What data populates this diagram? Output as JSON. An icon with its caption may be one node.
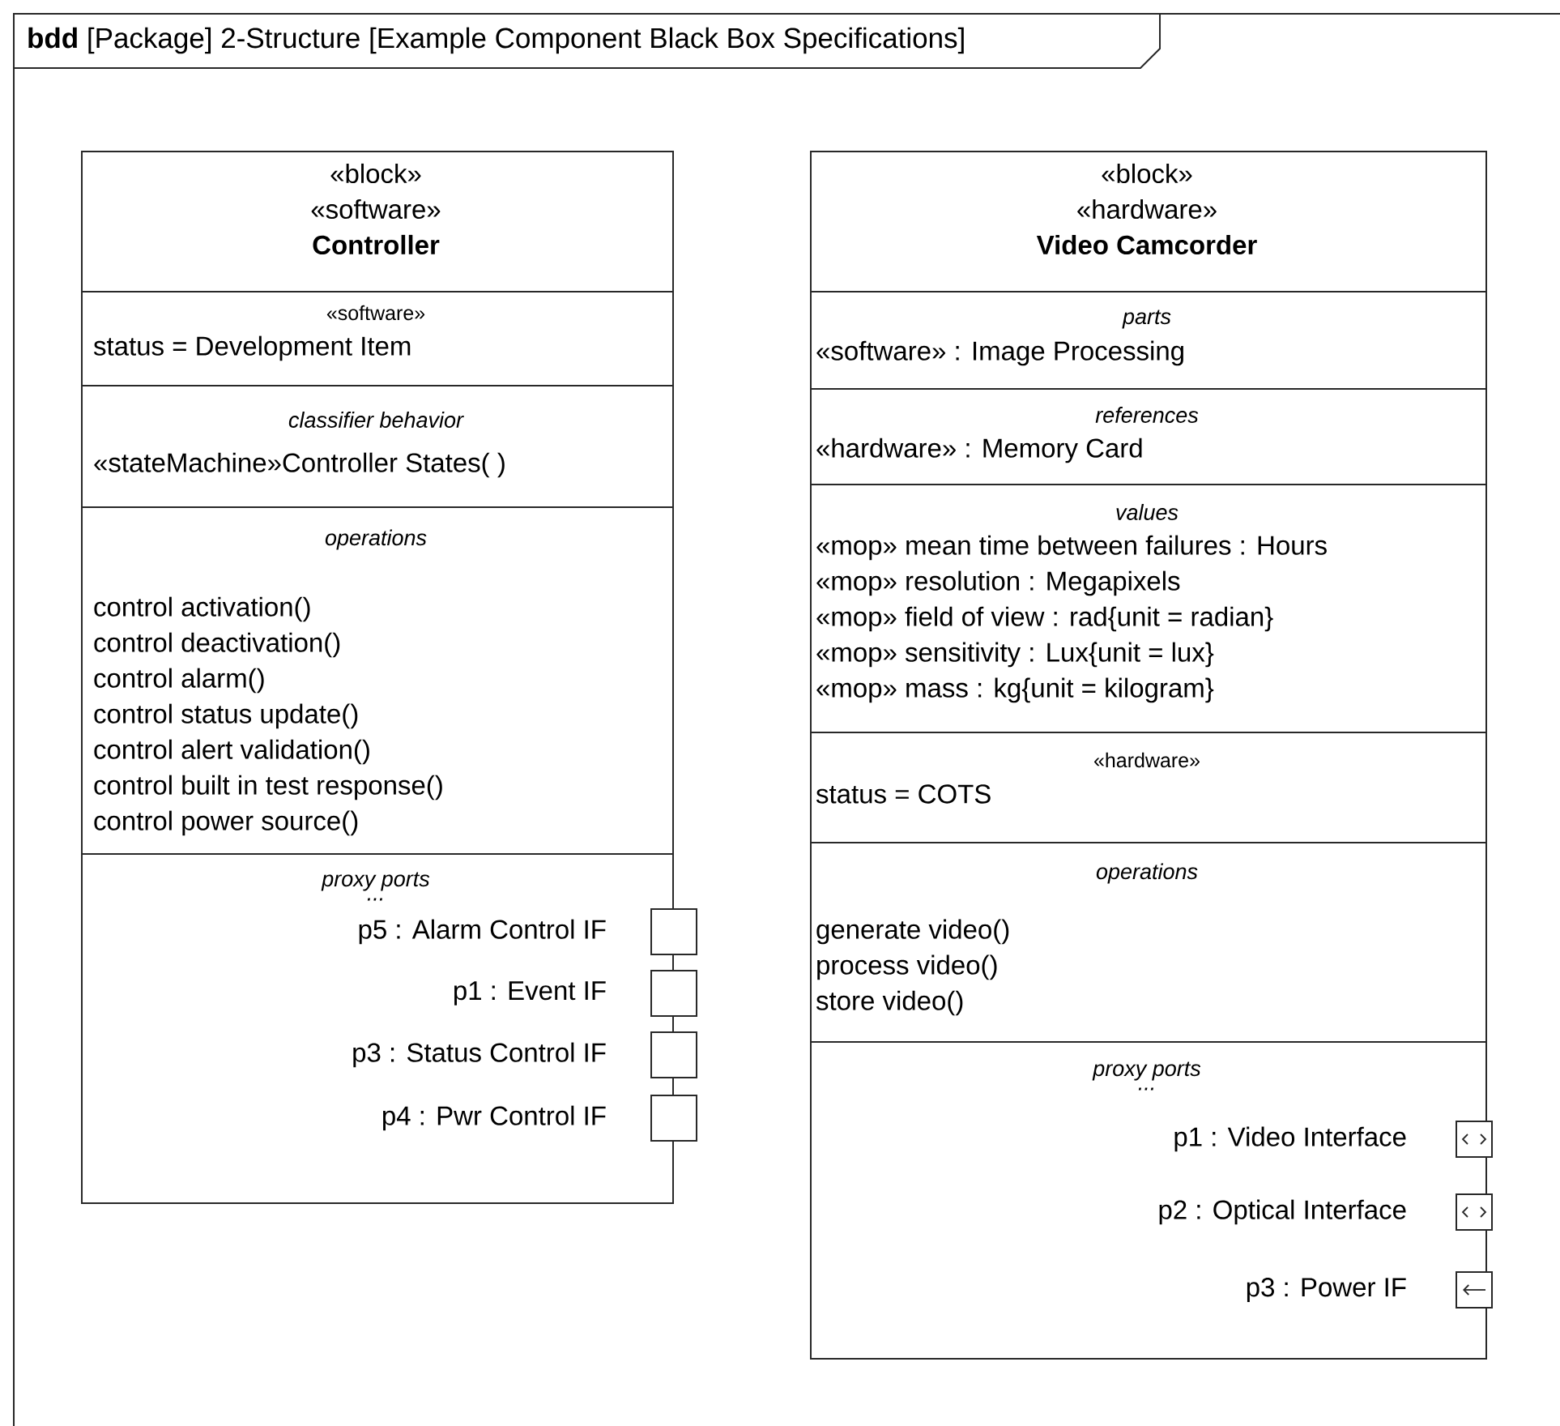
{
  "diagram": {
    "nodes": [
      {
        "text": [
          "**bdd** [Package] 2-Structure [Example Component Black Box Specifications]"
        ]
      },
      {
        "text": [
          "«block»",
          "«software»",
          "Controller",
          "«software»",
          "status = Development Item",
          "classifier behavior",
          "«stateMachine»Controller States( )",
          "operations",
          "control activation()",
          "control deactivation()",
          "control alarm()",
          "control status update()",
          "control alert validation()",
          "control built in test response()",
          "control power source()",
          "proxy ports",
          "..."
        ],
        "in": 0
      },
      {
        "text": [],
        "shape": "box",
        "in": 1,
        "beside": [
          "p5 : Alarm Control IF"
        ]
      },
      {
        "text": [],
        "shape": "box",
        "in": 1,
        "beside": [
          "p1 : Event IF"
        ]
      },
      {
        "text": [],
        "shape": "box",
        "in": 1,
        "beside": [
          "p3 : Status Control IF"
        ]
      },
      {
        "text": [],
        "shape": "box",
        "in": 1,
        "beside": [
          "p4 : Pwr Control IF"
        ]
      },
      {
        "text": [
          "«block»",
          "«hardware»",
          "Video Camcorder",
          "parts",
          "«software» : Image Processing",
          "references",
          "«hardware» : Memory Card",
          "values",
          "«mop» mean time between failures : Hours",
          "«mop» resolution : Megapixels",
          "«mop» field of view : rad{unit = radian}",
          "«mop» sensitivity : Lux{unit = lux}",
          "«mop» mass : kg{unit = kilogram}",
          "«hardware»",
          "status = COTS",
          "operations",
          "generate video()",
          "process video()",
          "store video()",
          "proxy ports",
          "..."
        ],
        "in": 0
      },
      {
        "text": [],
        "shape": "box",
        "in": 6,
        "beside": [
          "p1 : Video Interface"
        ]
      },
      {
        "text": [],
        "shape": "box",
        "in": 6,
        "beside": [
          "p2 : Optical Interface"
        ]
      },
      {
        "text": [],
        "shape": "box",
        "in": 6,
        "beside": [
          "p3 : Power IF"
        ]
      }
    ]
  }
}
